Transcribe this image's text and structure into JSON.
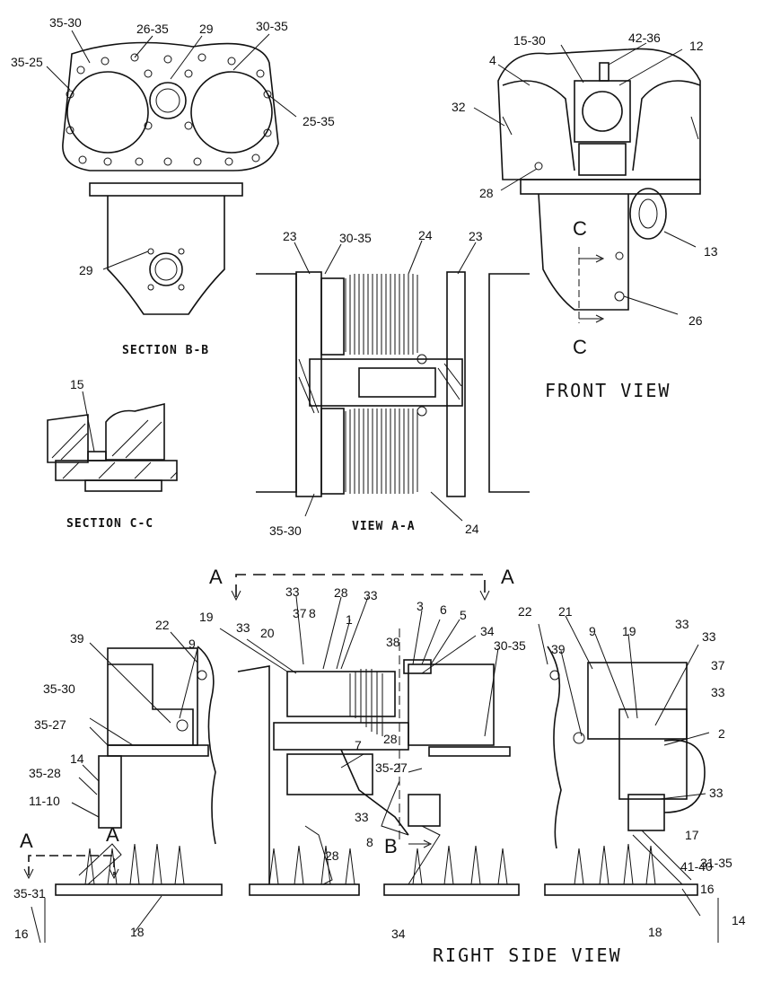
{
  "views": {
    "section_bb": "SECTION B-B",
    "section_cc": "SECTION C-C",
    "view_aa": "VIEW A-A",
    "front_view": "FRONT VIEW",
    "right_side_view": "RIGHT SIDE VIEW"
  },
  "section_markers": {
    "a_left_top": "A",
    "a_right_top": "A",
    "a_bottom_left": "A",
    "a_bottom_right": "A",
    "b": "B",
    "c_top": "C",
    "c_bottom": "C"
  },
  "callouts_top_left": [
    "35-30",
    "26-35",
    "29",
    "30-35",
    "35-25",
    "25-35",
    "29"
  ],
  "callouts_front": [
    "15-30",
    "42-36",
    "12",
    "4",
    "32",
    "28",
    "13",
    "26"
  ],
  "callouts_view_aa": [
    "23",
    "30-35",
    "24",
    "23",
    "35-30",
    "24"
  ],
  "callouts_section_cc": [
    "15"
  ],
  "callouts_side_left": [
    "39",
    "22",
    "9",
    "35-30",
    "35-27",
    "14",
    "35-28",
    "11-10",
    "35-31",
    "16",
    "18"
  ],
  "callouts_side_mid": [
    "33",
    "28",
    "33",
    "19",
    "33",
    "20",
    "37",
    "8",
    "1",
    "3",
    "6",
    "5",
    "38",
    "34",
    "7",
    "28",
    "35-27",
    "33",
    "8",
    "28",
    "34"
  ],
  "callouts_side_right": [
    "30-35",
    "22",
    "39",
    "21",
    "9",
    "19",
    "33",
    "33",
    "37",
    "33",
    "2",
    "33",
    "17",
    "41-40",
    "31-35",
    "16",
    "14",
    "18"
  ]
}
